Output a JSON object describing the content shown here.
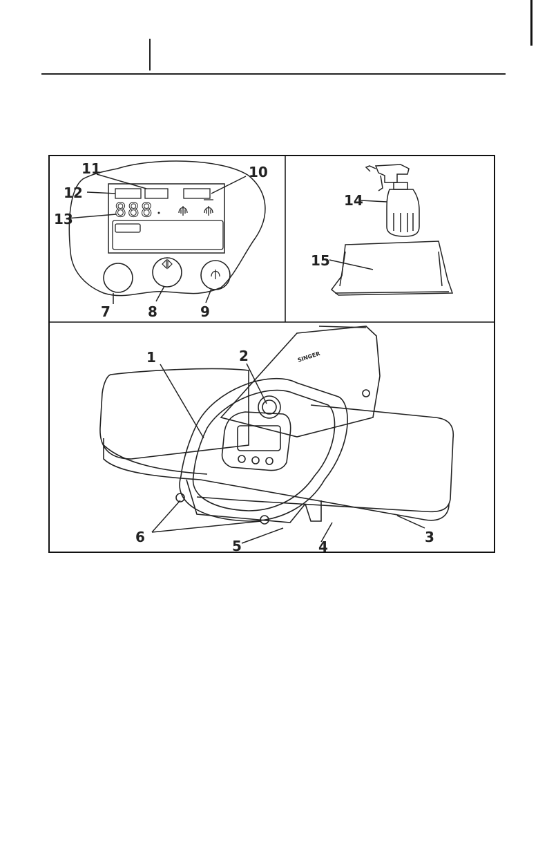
{
  "diagram": {
    "brand_logo": "SINGER",
    "display_digits": "888",
    "callouts": {
      "c1": "1",
      "c2": "2",
      "c3": "3",
      "c4": "4",
      "c5": "5",
      "c6": "6",
      "c7": "7",
      "c8": "8",
      "c9": "9",
      "c10": "10",
      "c11": "11",
      "c12": "12",
      "c13": "13",
      "c14": "14",
      "c15": "15"
    }
  }
}
